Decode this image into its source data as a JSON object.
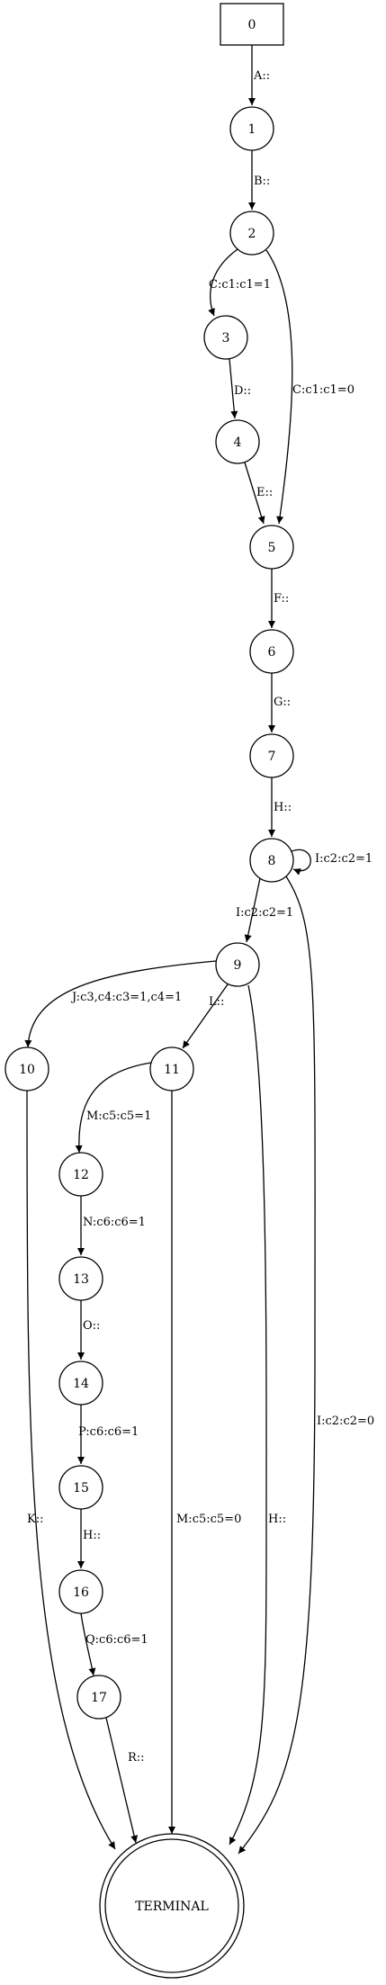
{
  "diagram": {
    "colors": {
      "stroke": "#000000",
      "fill": "#ffffff",
      "text": "#000000"
    },
    "nodes": [
      {
        "id": "0",
        "label": "0",
        "shape": "box"
      },
      {
        "id": "1",
        "label": "1",
        "shape": "circle"
      },
      {
        "id": "2",
        "label": "2",
        "shape": "circle"
      },
      {
        "id": "3",
        "label": "3",
        "shape": "circle"
      },
      {
        "id": "4",
        "label": "4",
        "shape": "circle"
      },
      {
        "id": "5",
        "label": "5",
        "shape": "circle"
      },
      {
        "id": "6",
        "label": "6",
        "shape": "circle"
      },
      {
        "id": "7",
        "label": "7",
        "shape": "circle"
      },
      {
        "id": "8",
        "label": "8",
        "shape": "circle"
      },
      {
        "id": "9",
        "label": "9",
        "shape": "circle"
      },
      {
        "id": "10",
        "label": "10",
        "shape": "circle"
      },
      {
        "id": "11",
        "label": "11",
        "shape": "circle"
      },
      {
        "id": "12",
        "label": "12",
        "shape": "circle"
      },
      {
        "id": "13",
        "label": "13",
        "shape": "circle"
      },
      {
        "id": "14",
        "label": "14",
        "shape": "circle"
      },
      {
        "id": "15",
        "label": "15",
        "shape": "circle"
      },
      {
        "id": "16",
        "label": "16",
        "shape": "circle"
      },
      {
        "id": "17",
        "label": "17",
        "shape": "circle"
      },
      {
        "id": "TERMINAL",
        "label": "TERMINAL",
        "shape": "doublecircle"
      }
    ],
    "edges": [
      {
        "from": "0",
        "to": "1",
        "label": "A::"
      },
      {
        "from": "1",
        "to": "2",
        "label": "B::"
      },
      {
        "from": "2",
        "to": "3",
        "label": "C:c1:c1=1"
      },
      {
        "from": "2",
        "to": "5",
        "label": "C:c1:c1=0"
      },
      {
        "from": "3",
        "to": "4",
        "label": "D::"
      },
      {
        "from": "4",
        "to": "5",
        "label": "E::"
      },
      {
        "from": "5",
        "to": "6",
        "label": "F::"
      },
      {
        "from": "6",
        "to": "7",
        "label": "G::"
      },
      {
        "from": "7",
        "to": "8",
        "label": "H::"
      },
      {
        "from": "8",
        "to": "8",
        "label": "I:c2:c2=1"
      },
      {
        "from": "8",
        "to": "9",
        "label": "I:c2:c2=1"
      },
      {
        "from": "8",
        "to": "TERMINAL",
        "label": "I:c2:c2=0"
      },
      {
        "from": "9",
        "to": "10",
        "label": "J:c3,c4:c3=1,c4=1"
      },
      {
        "from": "9",
        "to": "11",
        "label": "L::"
      },
      {
        "from": "9",
        "to": "TERMINAL",
        "label": "H::"
      },
      {
        "from": "10",
        "to": "TERMINAL",
        "label": "K::"
      },
      {
        "from": "11",
        "to": "12",
        "label": "M:c5:c5=1"
      },
      {
        "from": "11",
        "to": "TERMINAL",
        "label": "M:c5:c5=0"
      },
      {
        "from": "12",
        "to": "13",
        "label": "N:c6:c6=1"
      },
      {
        "from": "13",
        "to": "14",
        "label": "O::"
      },
      {
        "from": "14",
        "to": "15",
        "label": "P:c6:c6=1"
      },
      {
        "from": "15",
        "to": "16",
        "label": "H::"
      },
      {
        "from": "16",
        "to": "17",
        "label": "Q:c6:c6=1"
      },
      {
        "from": "17",
        "to": "TERMINAL",
        "label": "R::"
      }
    ]
  }
}
